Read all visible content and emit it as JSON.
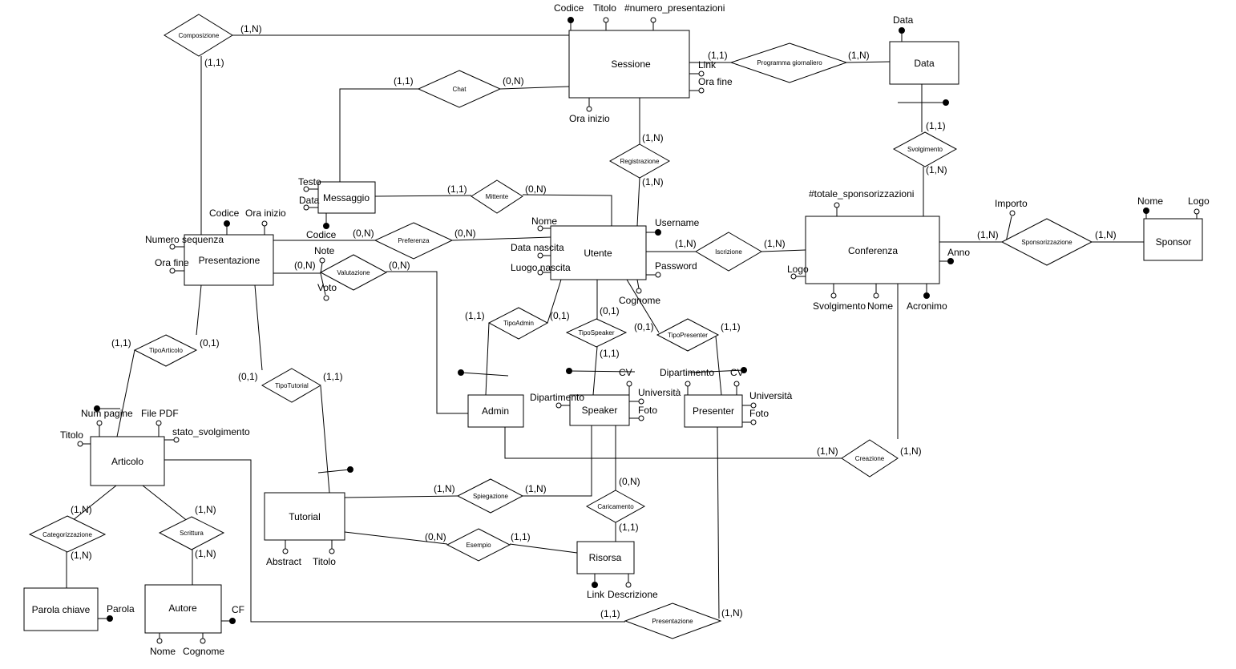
{
  "entities": [
    {
      "id": "sessione",
      "name": "Sessione"
    },
    {
      "id": "data",
      "name": "Data"
    },
    {
      "id": "messaggio",
      "name": "Messaggio"
    },
    {
      "id": "presentazione",
      "name": "Presentazione"
    },
    {
      "id": "utente",
      "name": "Utente"
    },
    {
      "id": "conferenza",
      "name": "Conferenza"
    },
    {
      "id": "sponsor",
      "name": "Sponsor"
    },
    {
      "id": "admin",
      "name": "Admin"
    },
    {
      "id": "speaker",
      "name": "Speaker"
    },
    {
      "id": "presenter",
      "name": "Presenter"
    },
    {
      "id": "articolo",
      "name": "Articolo"
    },
    {
      "id": "tutorial",
      "name": "Tutorial"
    },
    {
      "id": "risorsa",
      "name": "Risorsa"
    },
    {
      "id": "parola",
      "name": "Parola chiave"
    },
    {
      "id": "autore",
      "name": "Autore"
    }
  ],
  "relationships": [
    {
      "id": "composizione",
      "name": "Composizione"
    },
    {
      "id": "programma",
      "name": "Programma giornaliero"
    },
    {
      "id": "chat",
      "name": "Chat"
    },
    {
      "id": "registrazione",
      "name": "Registrazione"
    },
    {
      "id": "svolgimento",
      "name": "Svolgimento"
    },
    {
      "id": "mittente",
      "name": "Mittente"
    },
    {
      "id": "preferenza",
      "name": "Preferenza"
    },
    {
      "id": "iscrizione",
      "name": "Iscrizione"
    },
    {
      "id": "sponsorizzazione",
      "name": "Sponsorizzazione"
    },
    {
      "id": "valutazione",
      "name": "Valutazione"
    },
    {
      "id": "tipoadmin",
      "name": "TipoAdmin"
    },
    {
      "id": "tipospeaker",
      "name": "TipoSpeaker"
    },
    {
      "id": "tipopresenter",
      "name": "TipoPresenter"
    },
    {
      "id": "tipoarticolo",
      "name": "TipoArticolo"
    },
    {
      "id": "tipotutorial",
      "name": "TipoTutorial"
    },
    {
      "id": "creazione",
      "name": "Creazione"
    },
    {
      "id": "spiegazione",
      "name": "Spiegazione"
    },
    {
      "id": "caricamento",
      "name": "Caricamento"
    },
    {
      "id": "esempio",
      "name": "Esempio"
    },
    {
      "id": "categorizzazione",
      "name": "Categorizzazione"
    },
    {
      "id": "scrittura",
      "name": "Scrittura"
    },
    {
      "id": "presentazione_rel",
      "name": "Presentazione"
    }
  ],
  "attributes": [
    {
      "id": "sess_codice",
      "label": "Codice",
      "key": true
    },
    {
      "id": "sess_titolo",
      "label": "Titolo",
      "key": false
    },
    {
      "id": "sess_numpres",
      "label": "#numero_presentazioni",
      "key": false
    },
    {
      "id": "sess_link",
      "label": "Link",
      "key": false
    },
    {
      "id": "sess_orafine",
      "label": "Ora fine",
      "key": false
    },
    {
      "id": "sess_orainizio",
      "label": "Ora inizio",
      "key": false
    },
    {
      "id": "data_data",
      "label": "Data",
      "key": true
    },
    {
      "id": "msg_testo",
      "label": "Testo",
      "key": false
    },
    {
      "id": "msg_data",
      "label": "Data",
      "key": false
    },
    {
      "id": "msg_codice",
      "label": "Codice",
      "key": true
    },
    {
      "id": "pres_codice",
      "label": "Codice",
      "key": true
    },
    {
      "id": "pres_orainizio",
      "label": "Ora inizio",
      "key": false
    },
    {
      "id": "pres_numseq",
      "label": "Numero sequenza",
      "key": false
    },
    {
      "id": "pres_orafine",
      "label": "Ora fine",
      "key": false
    },
    {
      "id": "val_note",
      "label": "Note",
      "key": false
    },
    {
      "id": "val_voto",
      "label": "Voto",
      "key": false
    },
    {
      "id": "ut_nome",
      "label": "Nome",
      "key": false
    },
    {
      "id": "ut_datanascita",
      "label": "Data nascita",
      "key": false
    },
    {
      "id": "ut_luogonascita",
      "label": "Luogo nascita",
      "key": false
    },
    {
      "id": "ut_username",
      "label": "Username",
      "key": true
    },
    {
      "id": "ut_password",
      "label": "Password",
      "key": false
    },
    {
      "id": "ut_cognome",
      "label": "Cognome",
      "key": false
    },
    {
      "id": "conf_totspons",
      "label": "#totale_sponsorizzazioni",
      "key": false
    },
    {
      "id": "conf_logo",
      "label": "Logo",
      "key": false
    },
    {
      "id": "conf_anno",
      "label": "Anno",
      "key": true
    },
    {
      "id": "conf_svolg",
      "label": "Svolgimento",
      "key": false
    },
    {
      "id": "conf_nome",
      "label": "Nome",
      "key": false
    },
    {
      "id": "conf_acronimo",
      "label": "Acronimo",
      "key": true
    },
    {
      "id": "spons_importo",
      "label": "Importo",
      "key": false
    },
    {
      "id": "sponsor_nome",
      "label": "Nome",
      "key": true
    },
    {
      "id": "sponsor_logo",
      "label": "Logo",
      "key": false
    },
    {
      "id": "spk_cv",
      "label": "CV",
      "key": false
    },
    {
      "id": "spk_dip",
      "label": "Dipartimento",
      "key": false
    },
    {
      "id": "spk_univ",
      "label": "Università",
      "key": false
    },
    {
      "id": "spk_foto",
      "label": "Foto",
      "key": false
    },
    {
      "id": "prs_dip",
      "label": "Dipartimento",
      "key": false
    },
    {
      "id": "prs_cv",
      "label": "CV",
      "key": false
    },
    {
      "id": "prs_univ",
      "label": "Università",
      "key": false
    },
    {
      "id": "prs_foto",
      "label": "Foto",
      "key": false
    },
    {
      "id": "art_numpag",
      "label": "Num pagine",
      "key": false
    },
    {
      "id": "art_filepdf",
      "label": "File PDF",
      "key": false
    },
    {
      "id": "art_titolo",
      "label": "Titolo",
      "key": false
    },
    {
      "id": "art_stato",
      "label": "stato_svolgimento",
      "key": false
    },
    {
      "id": "tut_abstract",
      "label": "Abstract",
      "key": false
    },
    {
      "id": "tut_titolo",
      "label": "Titolo",
      "key": false
    },
    {
      "id": "ris_link",
      "label": "Link",
      "key": true
    },
    {
      "id": "ris_descr",
      "label": "Descrizione",
      "key": false
    },
    {
      "id": "par_parola",
      "label": "Parola",
      "key": true
    },
    {
      "id": "aut_cf",
      "label": "CF",
      "key": true
    },
    {
      "id": "aut_nome",
      "label": "Nome",
      "key": false
    },
    {
      "id": "aut_cognome",
      "label": "Cognome",
      "key": false
    }
  ],
  "cardinalities": [
    {
      "id": "c_comp_sess",
      "text": "(1,N)"
    },
    {
      "id": "c_comp_pres",
      "text": "(1,1)"
    },
    {
      "id": "c_prog_sess",
      "text": "(1,1)"
    },
    {
      "id": "c_prog_data",
      "text": "(1,N)"
    },
    {
      "id": "c_chat_msg",
      "text": "(1,1)"
    },
    {
      "id": "c_chat_sess",
      "text": "(0,N)"
    },
    {
      "id": "c_reg_sess",
      "text": "(1,N)"
    },
    {
      "id": "c_reg_ut",
      "text": "(1,N)"
    },
    {
      "id": "c_svolg_data",
      "text": "(1,1)"
    },
    {
      "id": "c_svolg_conf",
      "text": "(1,N)"
    },
    {
      "id": "c_mitt_msg",
      "text": "(1,1)"
    },
    {
      "id": "c_mitt_ut",
      "text": "(0,N)"
    },
    {
      "id": "c_pref_pres",
      "text": "(0,N)"
    },
    {
      "id": "c_pref_ut",
      "text": "(0,N)"
    },
    {
      "id": "c_isc_ut",
      "text": "(1,N)"
    },
    {
      "id": "c_isc_conf",
      "text": "(1,N)"
    },
    {
      "id": "c_spons_conf",
      "text": "(1,N)"
    },
    {
      "id": "c_spons_sponsor",
      "text": "(1,N)"
    },
    {
      "id": "c_val_pres",
      "text": "(0,N)"
    },
    {
      "id": "c_val_admin",
      "text": "(0,N)"
    },
    {
      "id": "c_tadm_admin",
      "text": "(1,1)"
    },
    {
      "id": "c_tadm_ut",
      "text": "(0,1)"
    },
    {
      "id": "c_tspk_ut",
      "text": "(0,1)"
    },
    {
      "id": "c_tspk_spk",
      "text": "(1,1)"
    },
    {
      "id": "c_tprs_ut",
      "text": "(0,1)"
    },
    {
      "id": "c_tprs_prs",
      "text": "(1,1)"
    },
    {
      "id": "c_tart_art",
      "text": "(1,1)"
    },
    {
      "id": "c_tart_pres",
      "text": "(0,1)"
    },
    {
      "id": "c_ttut_pres",
      "text": "(0,1)"
    },
    {
      "id": "c_ttut_tut",
      "text": "(1,1)"
    },
    {
      "id": "c_crea_admin",
      "text": "(1,N)"
    },
    {
      "id": "c_crea_conf",
      "text": "(1,N)"
    },
    {
      "id": "c_spieg_tut",
      "text": "(1,N)"
    },
    {
      "id": "c_spieg_spk",
      "text": "(1,N)"
    },
    {
      "id": "c_car_spk",
      "text": "(0,N)"
    },
    {
      "id": "c_car_ris",
      "text": "(1,1)"
    },
    {
      "id": "c_es_tut",
      "text": "(0,N)"
    },
    {
      "id": "c_es_ris",
      "text": "(1,1)"
    },
    {
      "id": "c_cat_art",
      "text": "(1,N)"
    },
    {
      "id": "c_cat_par",
      "text": "(1,N)"
    },
    {
      "id": "c_scr_art",
      "text": "(1,N)"
    },
    {
      "id": "c_scr_aut",
      "text": "(1,N)"
    },
    {
      "id": "c_prel_art",
      "text": "(1,1)"
    },
    {
      "id": "c_prel_prs",
      "text": "(1,N)"
    }
  ]
}
